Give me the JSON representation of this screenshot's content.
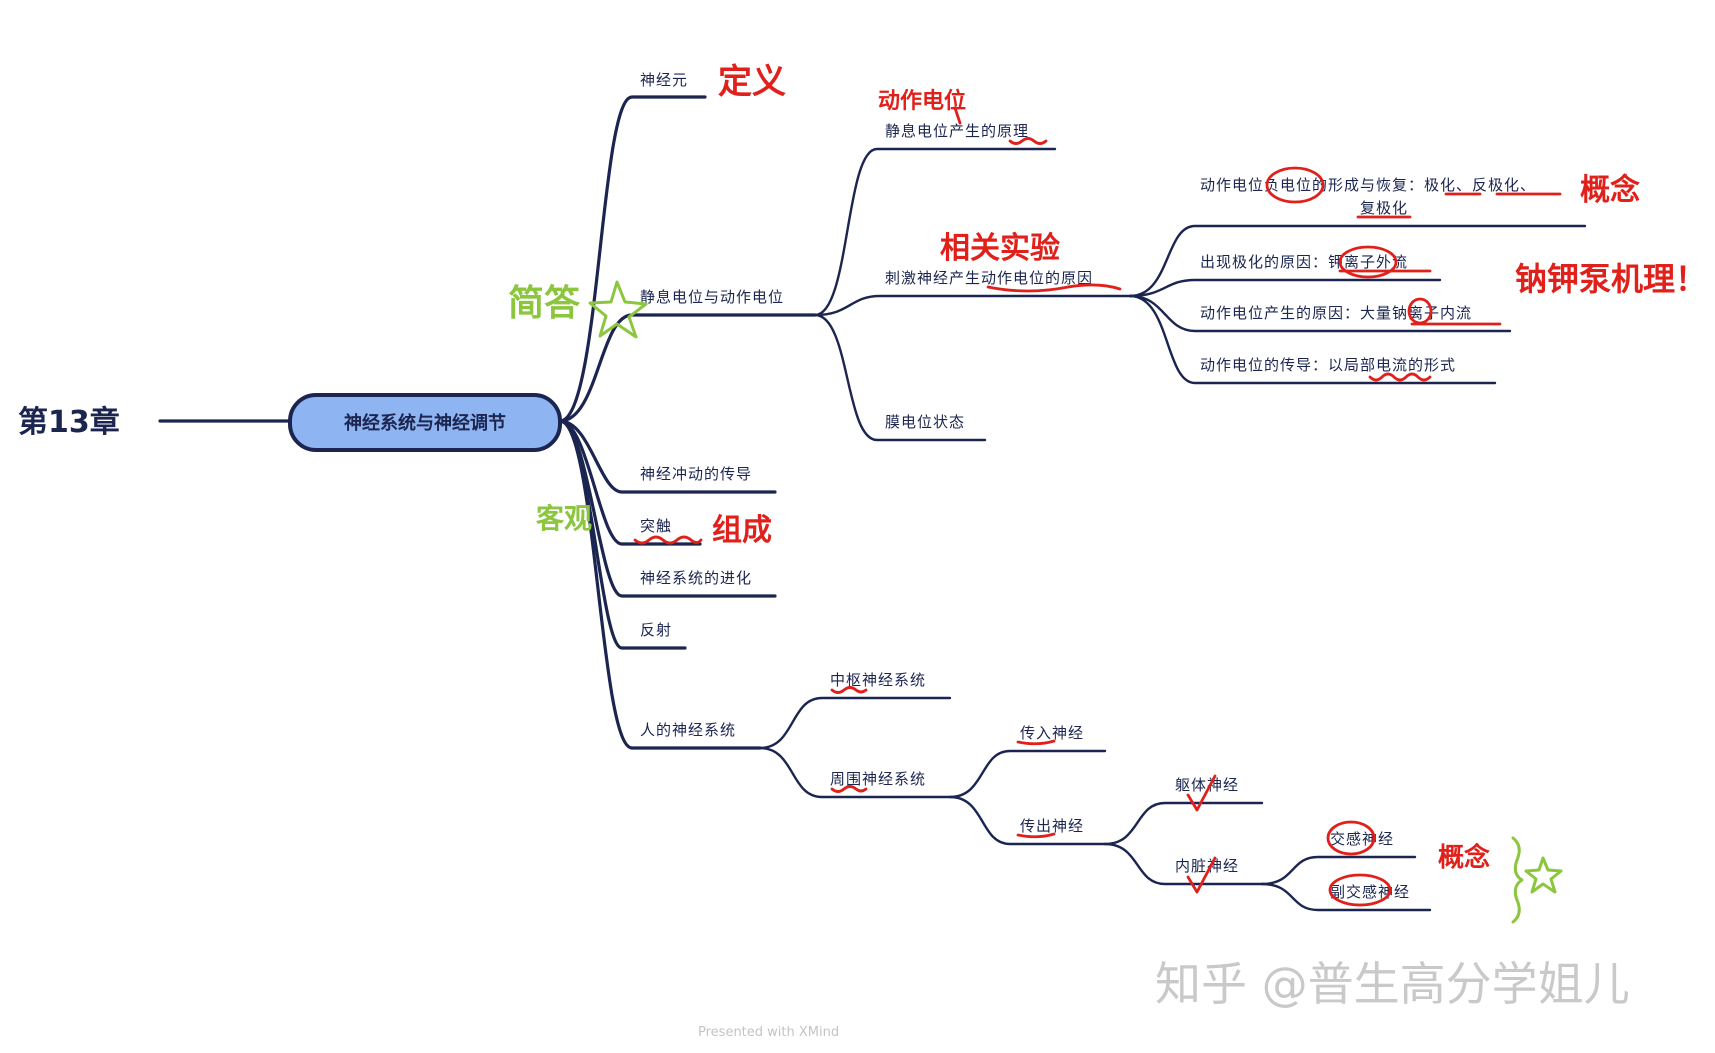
{
  "chapter": "第13章",
  "central_topic": "神经系统与神经调节",
  "nodes": {
    "neuron": "神经元",
    "potentials": "静息电位与动作电位",
    "resting_principle": "静息电位产生的原理",
    "stimulus_cause": "刺激神经产生动作电位的原因",
    "formation": "动作电位负电位的形成与恢复：极化、反极化、",
    "formation_cont": "复极化",
    "polarization_cause": "出现极化的原因：钾离子外流",
    "ap_cause": "动作电位产生的原因：大量钠离子内流",
    "conduction": "动作电位的传导：以局部电流的形式",
    "membrane_state": "膜电位状态",
    "impulse": "神经冲动的传导",
    "synapse": "突触",
    "evolution": "神经系统的进化",
    "reflex": "反射",
    "human_ns": "人的神经系统",
    "cns": "中枢神经系统",
    "pns": "周围神经系统",
    "afferent": "传入神经",
    "efferent": "传出神经",
    "somatic": "躯体神经",
    "visceral": "内脏神经",
    "sympathetic": "交感神经",
    "parasympathetic": "副交感神经"
  },
  "annotations": {
    "definition": "定义",
    "action_potential": "动作电位",
    "related_experiment": "相关实验",
    "concept": "概念",
    "na_k_pump": "钠钾泵机理！",
    "short_answer": "简答",
    "objective": "客观",
    "composition": "组成",
    "concept_2": "概念"
  },
  "watermark": "知乎 @普生高分学姐儿",
  "footer": "Presented with XMind",
  "colors": {
    "branch": "#1b2550",
    "central_fill": "#8fb4f2",
    "annotation_red": "#e0211b",
    "annotation_green": "#8cc63f",
    "watermark": "#c9c9c9"
  }
}
